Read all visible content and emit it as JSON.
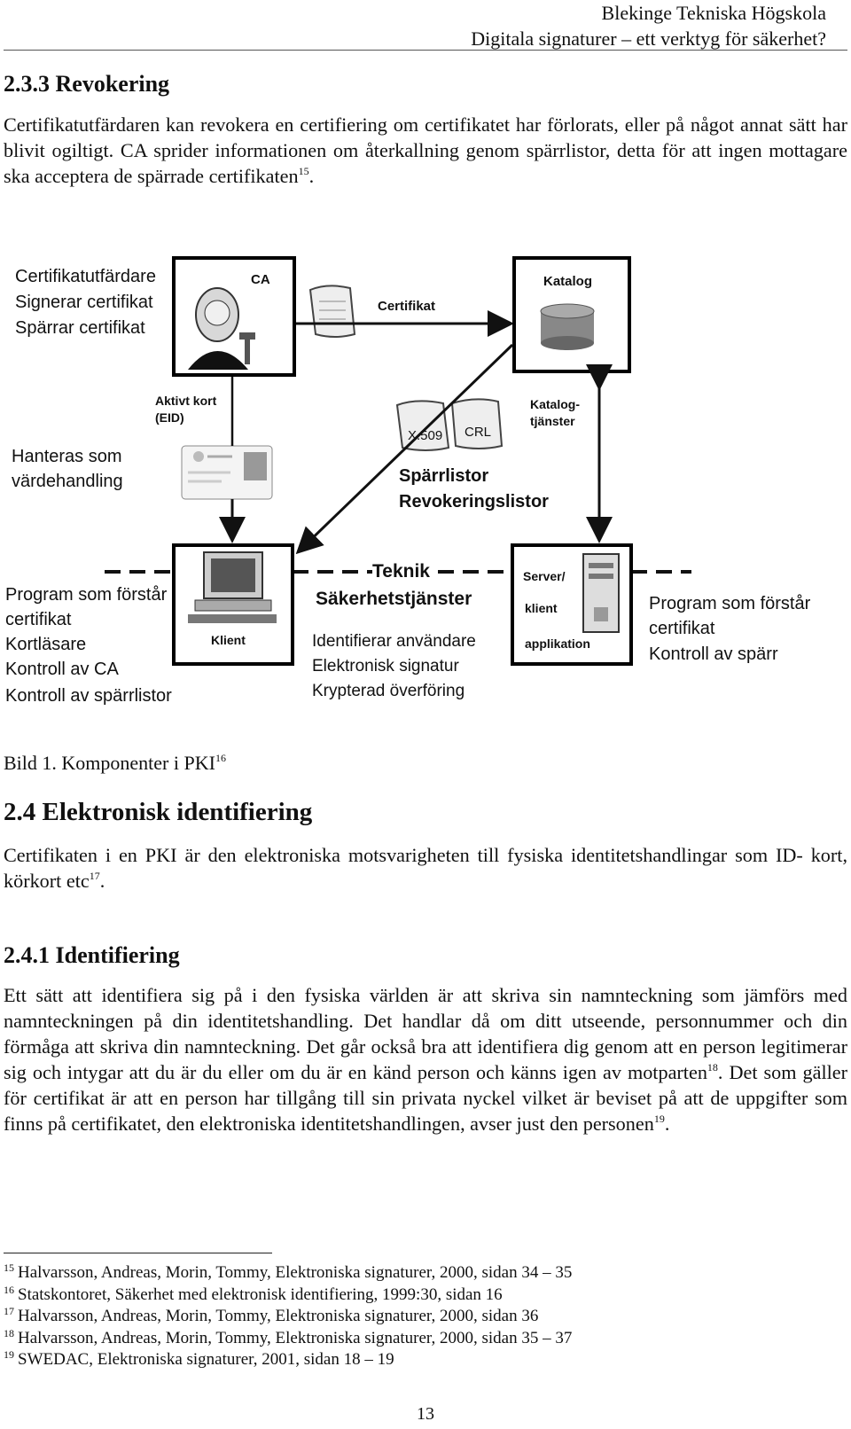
{
  "header": {
    "line1": "Blekinge Tekniska Högskola",
    "line2": "Digitala signaturer – ett verktyg för säkerhet?"
  },
  "section_233": {
    "heading": "2.3.3 Revokering",
    "paragraph": "Certifikatutfärdaren kan revokera en certifiering om certifikatet har förlorats, eller på något annat sätt har blivit ogiltigt. CA sprider informationen om återkallning genom spärrlistor, detta för att ingen mottagare ska acceptera de spärrade certifikaten",
    "footnote_ref": "15",
    "end": "."
  },
  "figure": {
    "ca_notes": [
      "Certifikatutfärdare",
      "Signerar certifikat",
      "Spärrar certifikat"
    ],
    "ca_box_label": "CA",
    "certificate_label": "Certifikat",
    "catalog_label": "Katalog",
    "active_card_label": [
      "Aktivt kort",
      "(EID)"
    ],
    "catalog_services_label": [
      "Katalog-",
      "tjänster"
    ],
    "card_notes": [
      "Hanteras som",
      "värdehandling"
    ],
    "x509_label": "X.509",
    "crl_label": "CRL",
    "revocation_lists": [
      "Spärrlistor",
      "Revokeringslistor"
    ],
    "teknik_label": "Teknik",
    "security_services_label": "Säkerhetstjänster",
    "security_services": [
      "Identifierar användare",
      "Elektronisk signatur",
      "Krypterad överföring"
    ],
    "client_label": "Klient",
    "server_label": [
      "Server/",
      "klient",
      "applikation"
    ],
    "client_notes": [
      "Program som förstår",
      "certifikat",
      "Kortläsare",
      "Kontroll av CA",
      "Kontroll av spärrlistor"
    ],
    "server_notes": [
      "Program som förstår",
      "certifikat",
      "Kontroll av spärr"
    ]
  },
  "caption": {
    "text": "Bild 1. Komponenter i PKI",
    "footnote_ref": "16"
  },
  "section_24": {
    "heading": "2.4 Elektronisk identifiering",
    "paragraph": "Certifikaten i en PKI är den elektroniska motsvarigheten till fysiska identitetshandlingar som ID- kort, körkort etc",
    "footnote_ref": "17",
    "end": "."
  },
  "section_241": {
    "heading": "2.4.1 Identifiering",
    "paragraph_a": "Ett sätt att identifiera sig på i den fysiska världen är att skriva sin namnteckning som jämförs med namnteckningen på din identitetshandling. Det handlar då om ditt utseende, personnummer och din förmåga att skriva din namnteckning. Det går också bra att identifiera dig genom att en person legitimerar sig och intygar att du är du eller om du är en känd person och känns igen av motparten",
    "footnote_ref_a": "18",
    "paragraph_b": ". Det som gäller för certifikat är att en person har tillgång till sin privata nyckel vilket är beviset på att de uppgifter som finns på certifikatet, den elektroniska identitetshandlingen, avser just den personen",
    "footnote_ref_b": "19",
    "end": "."
  },
  "footnotes": [
    {
      "num": "15",
      "text": "Halvarsson, Andreas, Morin, Tommy, Elektroniska signaturer, 2000, sidan 34 – 35"
    },
    {
      "num": "16",
      "text": "Statskontoret, Säkerhet med elektronisk identifiering, 1999:30, sidan 16"
    },
    {
      "num": "17",
      "text": "Halvarsson, Andreas, Morin, Tommy, Elektroniska signaturer, 2000, sidan 36"
    },
    {
      "num": "18",
      "text": "Halvarsson, Andreas, Morin, Tommy, Elektroniska signaturer, 2000, sidan 35 – 37"
    },
    {
      "num": "19",
      "text": "SWEDAC, Elektroniska signaturer, 2001, sidan 18 – 19"
    }
  ],
  "page_number": "13"
}
